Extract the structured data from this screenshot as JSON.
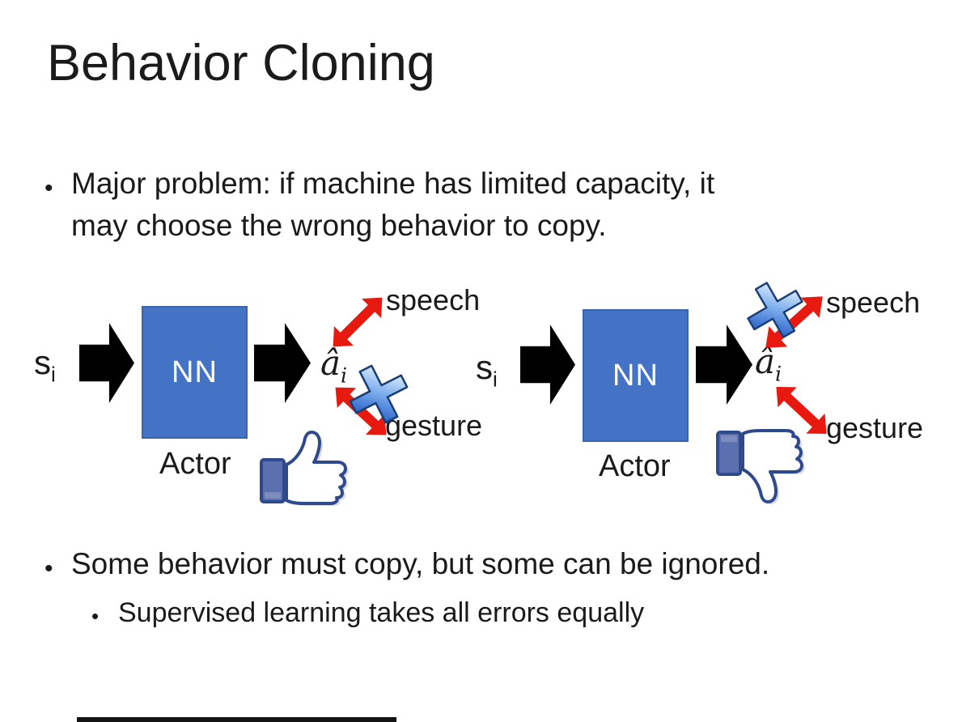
{
  "slide": {
    "title": "Behavior Cloning",
    "bullets": {
      "main1": {
        "marker": "•",
        "lines": [
          "Major problem: if machine has limited capacity, it",
          "may choose the wrong behavior to copy."
        ]
      },
      "main2": {
        "marker": "•",
        "text": "Some behavior must copy, but some can be ignored."
      },
      "sub1": {
        "marker": "•",
        "text": "Supervised learning takes all errors equally"
      }
    }
  },
  "diagrams": [
    {
      "input_symbol": "s",
      "input_subscript": "i",
      "network_label": "NN",
      "role_label": "Actor",
      "output_symbol": "â",
      "output_subscript": "i",
      "action_top": "speech",
      "action_bottom": "gesture",
      "crossed_out": "gesture",
      "feedback_icon": "thumbs-up"
    },
    {
      "input_symbol": "s",
      "input_subscript": "i",
      "network_label": "NN",
      "role_label": "Actor",
      "output_symbol": "â",
      "output_subscript": "i",
      "action_top": "speech",
      "action_bottom": "gesture",
      "crossed_out": "speech",
      "feedback_icon": "thumbs-down"
    }
  ],
  "colors": {
    "background": "#ffffff",
    "text": "#1a1a1a",
    "nn_box_fill": "#4472C4",
    "nn_box_border": "#3a62ad",
    "nn_text": "#ffffff",
    "arrow_black": "#000000",
    "arrow_red": "#e8190f",
    "cross_blue_light": "#d8eafc",
    "cross_blue_mid": "#7fb0ee",
    "cross_blue_dark": "#2a63c9",
    "cross_outline": "#1a3e75",
    "thumb_outline": "#2e4a8c",
    "thumb_cuff": "#5c6fae",
    "thumb_cuff_light": "#7d8bbd",
    "thumb_fill": "#ffffff",
    "thumb_shadow": "#dcdcdc"
  }
}
